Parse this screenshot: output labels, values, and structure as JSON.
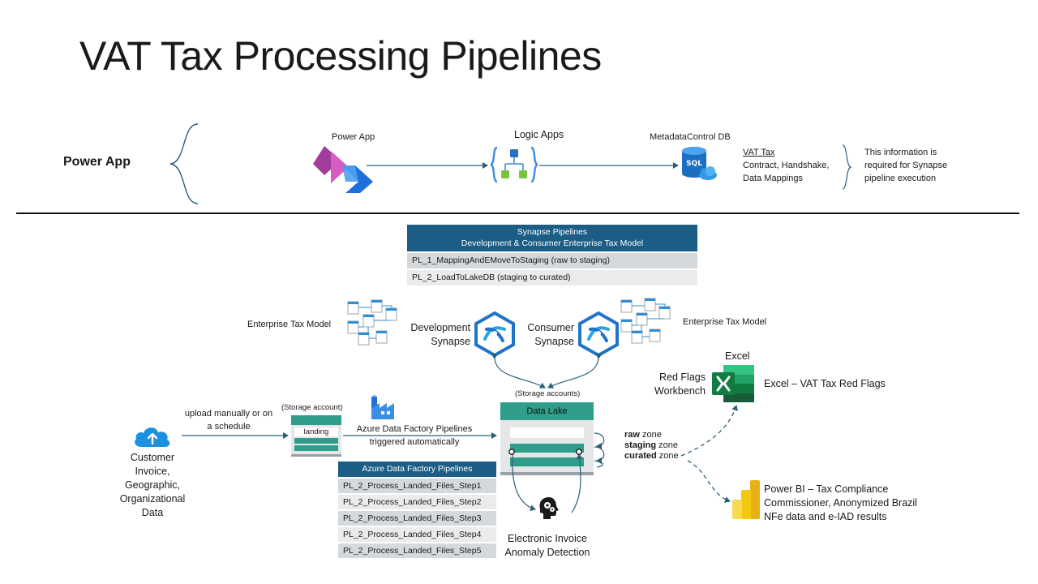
{
  "title": "VAT Tax Processing Pipelines",
  "power_app_section": {
    "label": "Power App",
    "power_app_label": "Power App",
    "logic_apps_label": "Logic Apps",
    "metadata_db_label": "MetadataControl DB",
    "vat_tax_link": "VAT Tax",
    "vat_tax_lines": [
      "Contract, Handshake,",
      "Data Mappings"
    ],
    "note_lines": [
      "This information is",
      "required for Synapse",
      "pipeline execution"
    ]
  },
  "synapse_pipelines": {
    "header_lines": [
      "Synapse Pipelines",
      "Development & Consumer Enterprise Tax Model"
    ],
    "rows": [
      "PL_1_MappingAndEMoveToStaging (raw to staging)",
      "PL_2_LoadToLakeDB (staging to curated)"
    ]
  },
  "synapse": {
    "left_model_label": "Enterprise Tax Model",
    "right_model_label": "Enterprise Tax Model",
    "dev_label_lines": [
      "Development",
      "Synapse"
    ],
    "consumer_label_lines": [
      "Consumer",
      "Synapse"
    ]
  },
  "ingestion": {
    "customer_lines": [
      "Customer",
      "Invoice,",
      "Geographic,",
      "Organizational",
      "Data"
    ],
    "upload_lines": [
      "upload manually or on",
      "a schedule"
    ],
    "storage_account_label": "(Storage account)",
    "landing_label": "landing",
    "adf_trigger_lines": [
      "Azure Data Factory Pipelines",
      "triggered automatically"
    ]
  },
  "adf_pipelines": {
    "header": "Azure Data Factory Pipelines",
    "rows": [
      "PL_2_Process_Landed_Files_Step1",
      "PL_2_Process_Landed_Files_Step2",
      "PL_2_Process_Landed_Files_Step3",
      "PL_2_Process_Landed_Files_Step4",
      "PL_2_Process_Landed_Files_Step5"
    ]
  },
  "data_lake": {
    "storage_accounts_label": "(Storage accounts)",
    "title": "Data Lake",
    "zones": [
      {
        "bold": "raw",
        "rest": " zone"
      },
      {
        "bold": "staging",
        "rest": " zone"
      },
      {
        "bold": "curated",
        "rest": " zone"
      }
    ]
  },
  "anomaly_lines": [
    "Electronic Invoice",
    "Anomaly Detection"
  ],
  "excel": {
    "top_label": "Excel",
    "workbench_lines": [
      "Red Flags",
      "Workbench"
    ],
    "desc": "Excel – VAT Tax Red Flags"
  },
  "powerbi": {
    "desc_lines": [
      "Power BI – Tax Compliance",
      "Commissioner, Anonymized Brazil",
      "NFe data and e-IAD results"
    ]
  },
  "colors": {
    "accent_blue": "#1b5d85",
    "teal": "#2e9e8a",
    "arrow": "#2d5f7a"
  }
}
